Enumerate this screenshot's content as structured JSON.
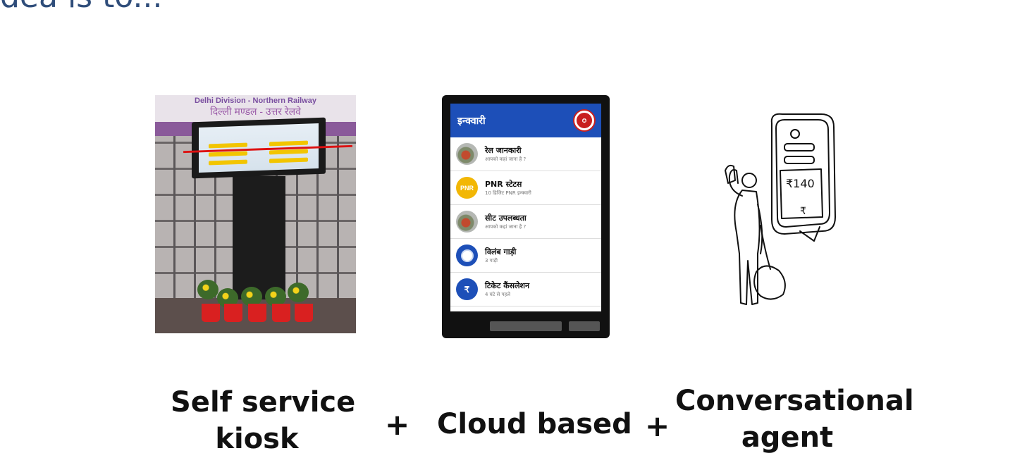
{
  "heading": "dea is to...",
  "kiosk": {
    "banner_line1": "Delhi Division - Northern Railway",
    "banner_line2": "दिल्ली मण्डल - उत्तर रेलवे"
  },
  "phone": {
    "app_title": "इन्क्वारी",
    "items": [
      {
        "title": "रेल जानकारी",
        "subtitle": "आपको कहां जाना है ?",
        "icon": "train-photo-icon"
      },
      {
        "title": "PNR स्टेटस",
        "subtitle": "10 हिजिट PNR इन्क्वारी",
        "icon": "pnr-icon",
        "badge": "PNR"
      },
      {
        "title": "सीट उपलब्धता",
        "subtitle": "आपको कहां जाना है ?",
        "icon": "train-photo-icon"
      },
      {
        "title": "विलंब गाड़ी",
        "subtitle": "3 गाड़ी",
        "icon": "clock-icon"
      },
      {
        "title": "टिकेट कैंसलेशन",
        "subtitle": "4 घंटे से पहले",
        "icon": "rupee-icon",
        "badge": "₹"
      }
    ]
  },
  "sketch": {
    "amount_text": "₹140",
    "rupee_mark": "₹"
  },
  "captions": {
    "kiosk_line1": "Self service",
    "kiosk_line2": "kiosk",
    "plus1": "+",
    "cloud": "Cloud based",
    "plus2": "+",
    "agent_line1": "Conversational",
    "agent_line2": "agent"
  }
}
